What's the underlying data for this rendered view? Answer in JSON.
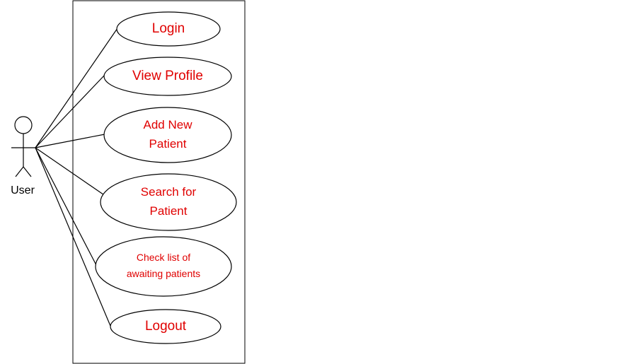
{
  "actor": {
    "label": "User"
  },
  "use_cases": [
    {
      "id": "login",
      "lines": [
        "Login"
      ]
    },
    {
      "id": "view-profile",
      "lines": [
        "View Profile"
      ]
    },
    {
      "id": "add-new-patient",
      "lines": [
        "Add New",
        "Patient"
      ]
    },
    {
      "id": "search-for-patient",
      "lines": [
        "Search for",
        "Patient"
      ]
    },
    {
      "id": "check-awaiting",
      "lines": [
        "Check list of",
        "awaiting patients"
      ]
    },
    {
      "id": "logout",
      "lines": [
        "Logout"
      ]
    }
  ],
  "colors": {
    "use_case_text": "#e00000",
    "stroke": "#000000"
  }
}
